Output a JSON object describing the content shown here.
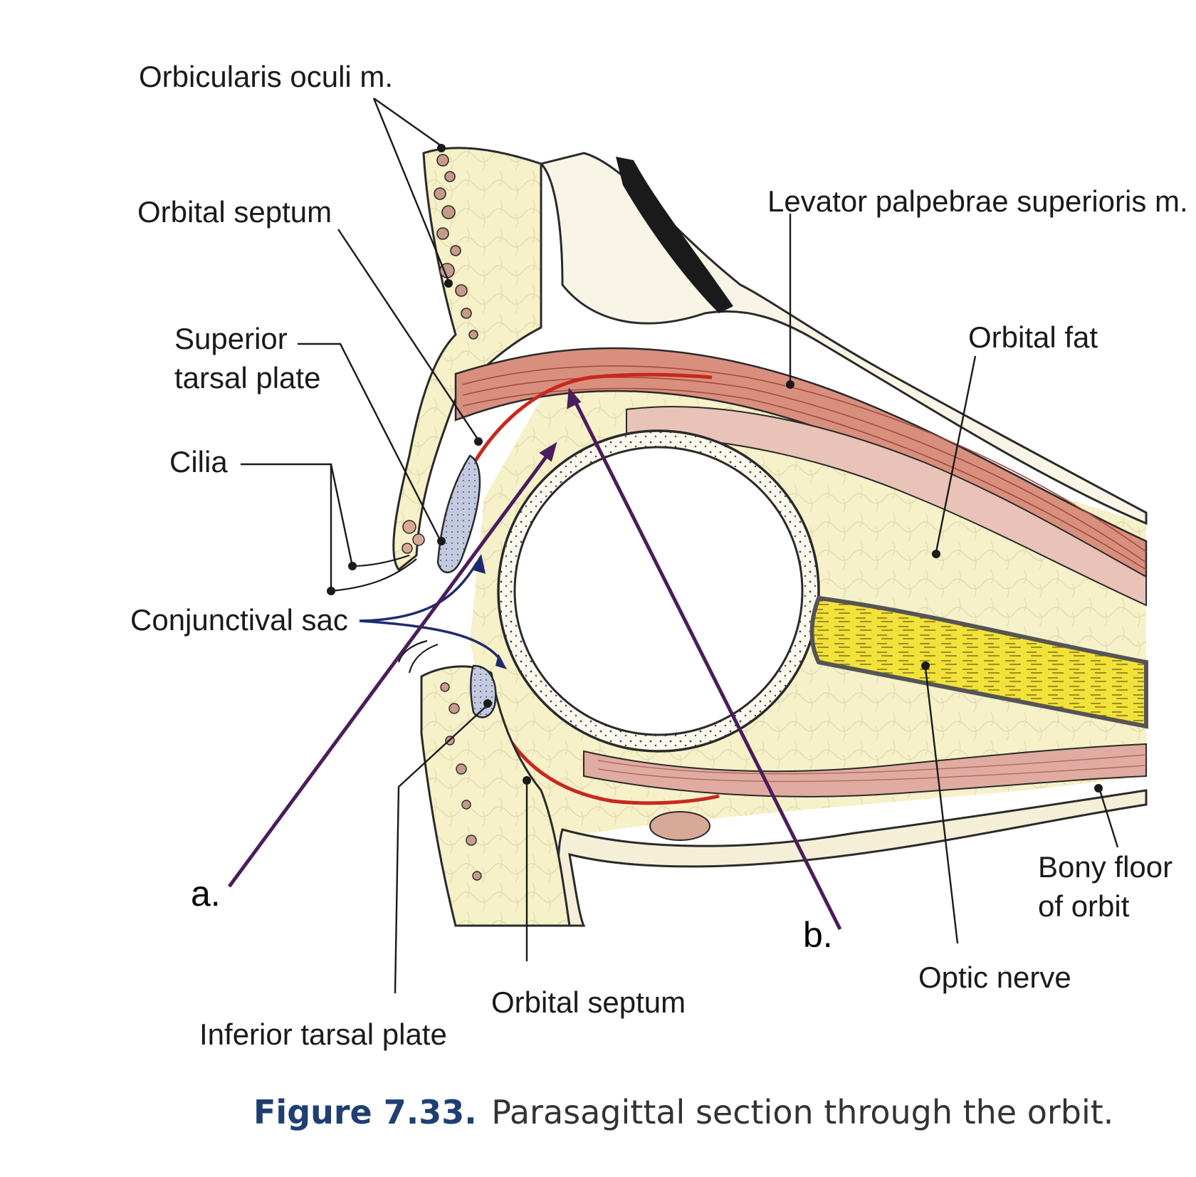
{
  "figure": {
    "number": "Figure 7.33.",
    "caption": "Parasagittal section through the orbit."
  },
  "labels": {
    "orbicularis_oculi": "Orbicularis oculi m.",
    "orbital_septum_upper": "Orbital septum",
    "superior_tarsal_plate_line1": "Superior",
    "superior_tarsal_plate_line2": "tarsal plate",
    "cilia": "Cilia",
    "conjunctival_sac": "Conjunctival sac",
    "levator": "Levator palpebrae superioris m.",
    "orbital_fat": "Orbital fat",
    "bony_floor_line1": "Bony floor",
    "bony_floor_line2": "of orbit",
    "optic_nerve": "Optic nerve",
    "orbital_septum_lower": "Orbital septum",
    "inferior_tarsal_plate": "Inferior tarsal plate"
  },
  "markers": {
    "a": "a.",
    "b": "b."
  },
  "colors": {
    "fat": "#f4efc4",
    "muscle": "#d9937f",
    "muscle_dark": "#b8554a",
    "septum_red": "#c8281e",
    "optic_nerve": "#f0de2a",
    "sclera": "#faf6ec",
    "arrow_purple": "#4a1d5c",
    "arrow_blue": "#1e2a6e",
    "tarsal": "#b7bfd8"
  }
}
